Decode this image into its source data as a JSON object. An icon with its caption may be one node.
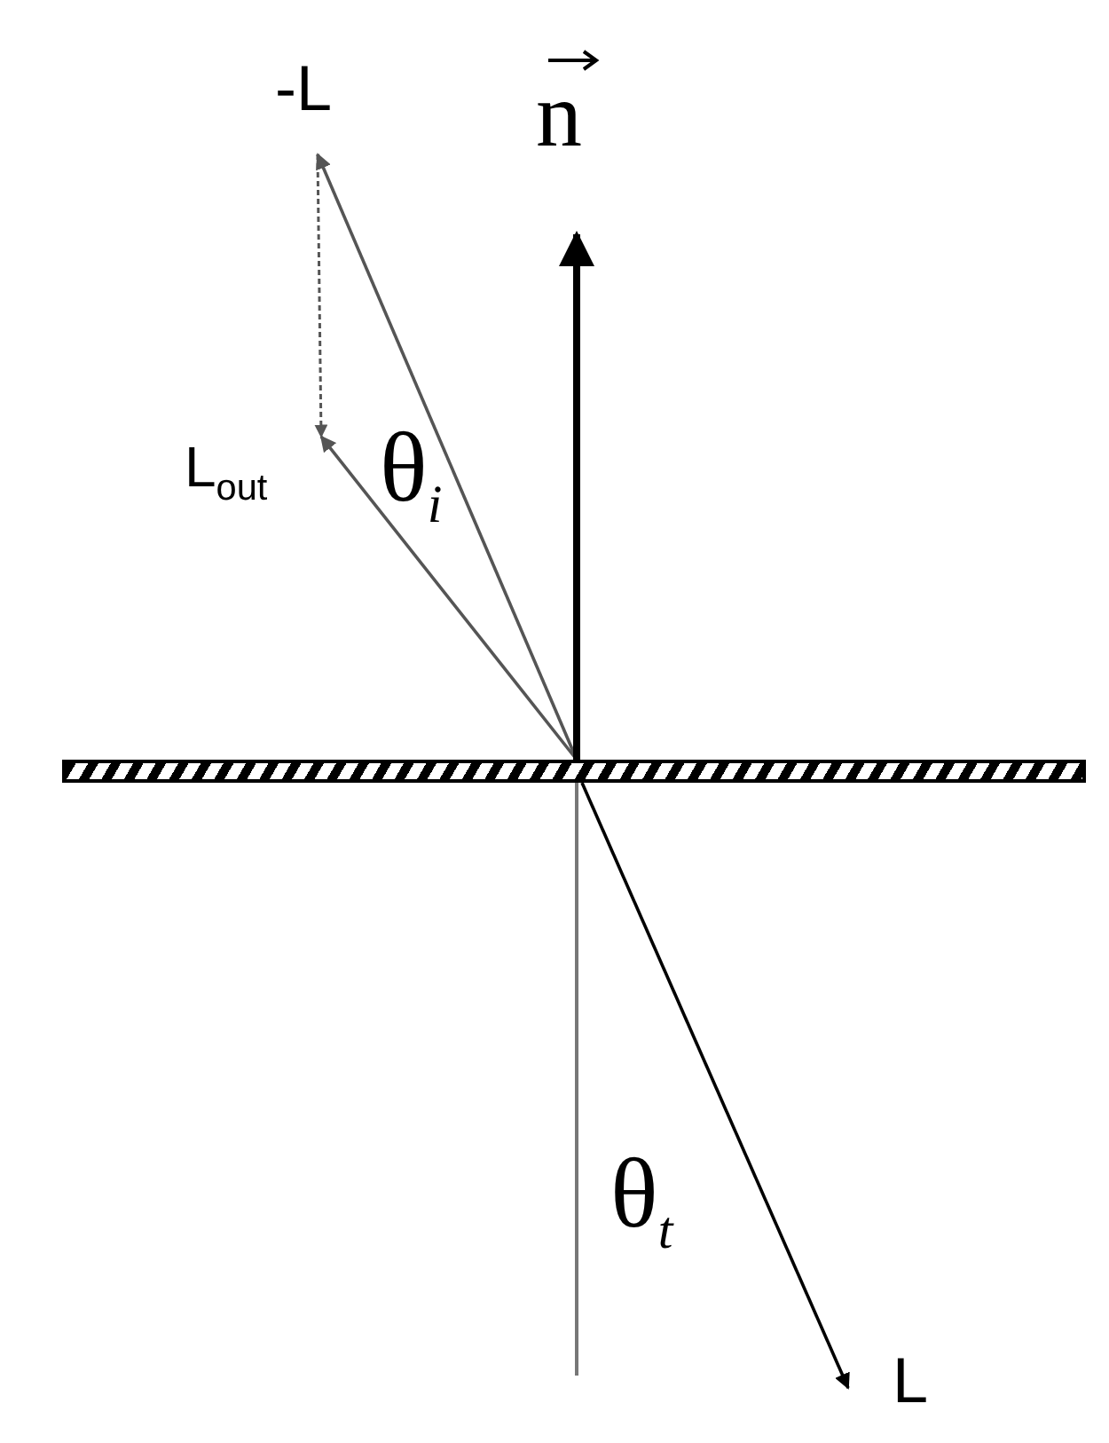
{
  "diagram": {
    "nodes": [
      {
        "text": [
          "-L"
        ]
      },
      {
        "text": [
          "L$_{out}$"
        ]
      },
      {
        "text": [
          "n"
        ]
      },
      {
        "text": [
          "L"
        ]
      },
      {
        "text": [],
        "shape": "bar"
      }
    ],
    "edges": [
      {
        "from": 4,
        "to": 0,
        "arrow": "to",
        "color": "#555555"
      },
      {
        "from": 0,
        "to": 1,
        "arrow": "to",
        "style": "dashed",
        "color": "#555555"
      },
      {
        "from": 4,
        "to": 1,
        "arrow": "to",
        "color": "#555555"
      },
      {
        "from": 4,
        "to": 2,
        "arrow": "to",
        "style": "thick"
      },
      {
        "from": 4,
        "to": 3,
        "arrow": "to"
      }
    ],
    "labels": [
      "θ$_{i}$",
      "θ$_{t}$"
    ]
  }
}
